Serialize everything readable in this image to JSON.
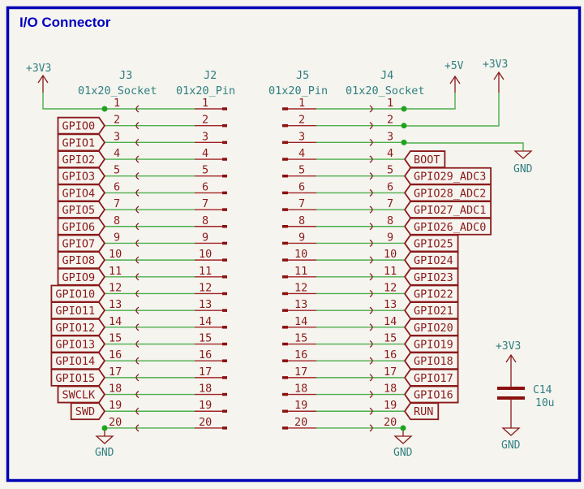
{
  "sheet": {
    "title": "I/O Connector",
    "border_color": "#0000b4",
    "wire_color": "#4cae4c",
    "symbol_color": "#8b1a1a",
    "text_color": "#2f7f7f"
  },
  "power": {
    "left_3v3": "+3V3",
    "right_5v": "+5V",
    "right_3v3": "+3V3",
    "gnd_right_pin3": "GND",
    "gnd_j3_pin20": "GND",
    "gnd_j4_pin20": "GND",
    "cap_3v3": "+3V3",
    "cap_gnd": "GND"
  },
  "connectors": {
    "J3": {
      "ref": "J3",
      "value": "01x20_Socket"
    },
    "J2": {
      "ref": "J2",
      "value": "01x20_Pin"
    },
    "J5": {
      "ref": "J5",
      "value": "01x20_Pin"
    },
    "J4": {
      "ref": "J4",
      "value": "01x20_Socket"
    }
  },
  "capacitor": {
    "ref": "C14",
    "value": "10u"
  },
  "pin_numbers": [
    "1",
    "2",
    "3",
    "4",
    "5",
    "6",
    "7",
    "8",
    "9",
    "10",
    "11",
    "12",
    "13",
    "14",
    "15",
    "16",
    "17",
    "18",
    "19",
    "20"
  ],
  "left_labels": [
    {
      "pin": 2,
      "name": "GPIO0"
    },
    {
      "pin": 3,
      "name": "GPIO1"
    },
    {
      "pin": 4,
      "name": "GPIO2"
    },
    {
      "pin": 5,
      "name": "GPIO3"
    },
    {
      "pin": 6,
      "name": "GPIO4"
    },
    {
      "pin": 7,
      "name": "GPIO5"
    },
    {
      "pin": 8,
      "name": "GPIO6"
    },
    {
      "pin": 9,
      "name": "GPIO7"
    },
    {
      "pin": 10,
      "name": "GPIO8"
    },
    {
      "pin": 11,
      "name": "GPIO9"
    },
    {
      "pin": 12,
      "name": "GPIO10"
    },
    {
      "pin": 13,
      "name": "GPIO11"
    },
    {
      "pin": 14,
      "name": "GPIO12"
    },
    {
      "pin": 15,
      "name": "GPIO13"
    },
    {
      "pin": 16,
      "name": "GPIO14"
    },
    {
      "pin": 17,
      "name": "GPIO15"
    },
    {
      "pin": 18,
      "name": "SWCLK"
    },
    {
      "pin": 19,
      "name": "SWD"
    }
  ],
  "right_labels": [
    {
      "pin": 4,
      "name": "BOOT"
    },
    {
      "pin": 5,
      "name": "GPIO29_ADC3"
    },
    {
      "pin": 6,
      "name": "GPIO28_ADC2"
    },
    {
      "pin": 7,
      "name": "GPIO27_ADC1"
    },
    {
      "pin": 8,
      "name": "GPIO26_ADC0"
    },
    {
      "pin": 9,
      "name": "GPIO25"
    },
    {
      "pin": 10,
      "name": "GPIO24"
    },
    {
      "pin": 11,
      "name": "GPIO23"
    },
    {
      "pin": 12,
      "name": "GPIO22"
    },
    {
      "pin": 13,
      "name": "GPIO21"
    },
    {
      "pin": 14,
      "name": "GPIO20"
    },
    {
      "pin": 15,
      "name": "GPIO19"
    },
    {
      "pin": 16,
      "name": "GPIO18"
    },
    {
      "pin": 17,
      "name": "GPIO17"
    },
    {
      "pin": 18,
      "name": "GPIO16"
    },
    {
      "pin": 19,
      "name": "RUN"
    }
  ]
}
